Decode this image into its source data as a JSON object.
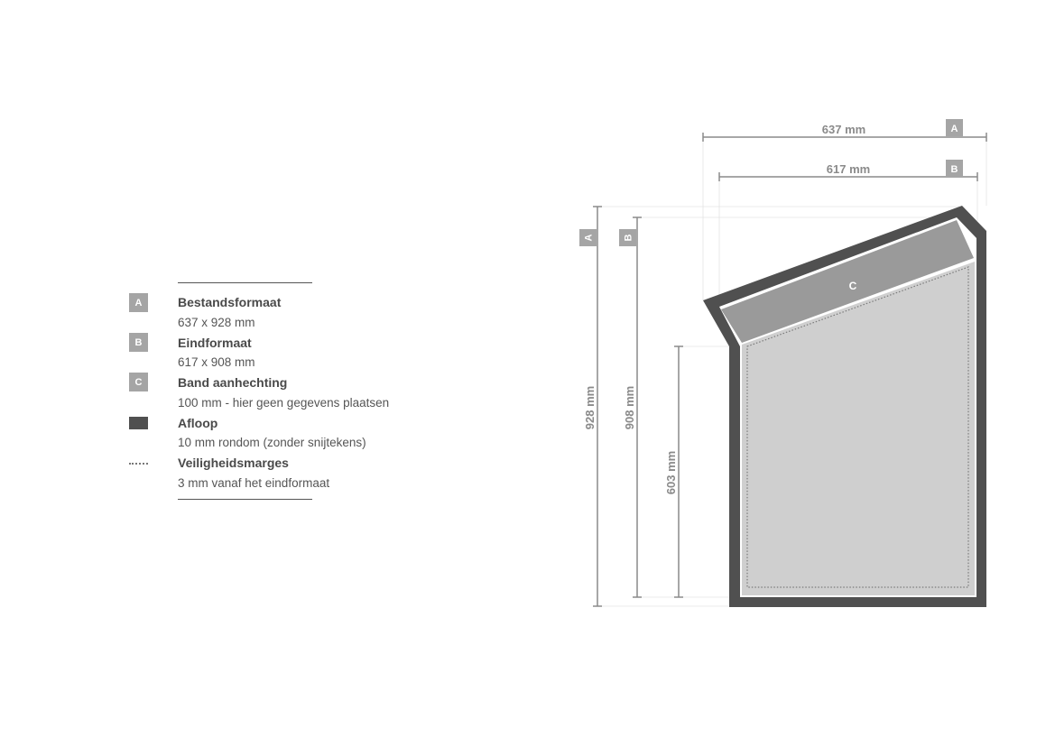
{
  "legend": {
    "items": [
      {
        "badge": "A",
        "title": "Bestandsformaat",
        "desc": "637 x 928 mm"
      },
      {
        "badge": "B",
        "title": "Eindformaat",
        "desc": "617 x 908 mm"
      },
      {
        "badge": "C",
        "title": "Band aanhechting",
        "desc": "100 mm - hier geen gegevens plaatsen"
      },
      {
        "badge": "",
        "title": "Afloop",
        "desc": "10 mm rondom (zonder snijtekens)"
      },
      {
        "badge": "",
        "title": "Veiligheidsmarges",
        "desc": "3 mm vanaf het eindformaat"
      }
    ]
  },
  "diagram": {
    "width_a": "637 mm",
    "width_b": "617 mm",
    "height_a": "928 mm",
    "height_b": "908 mm",
    "height_c": "603 mm",
    "badge_a": "A",
    "badge_b": "B",
    "label_c": "C"
  },
  "colors": {
    "bleed": "#505050",
    "band": "#9a9a9a",
    "body": "#cfcfcf",
    "dimension": "#8a8a8a",
    "badge": "#a5a5a5"
  }
}
